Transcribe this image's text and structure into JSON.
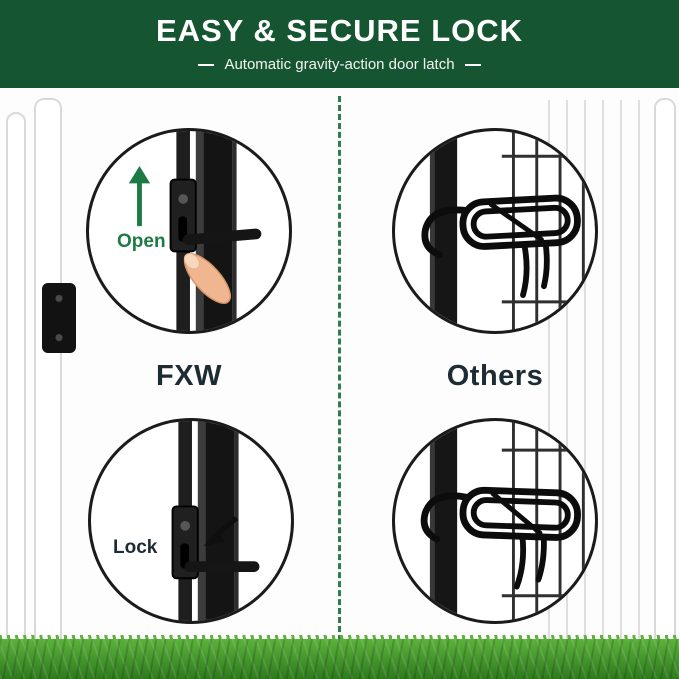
{
  "header": {
    "title": "EASY & SECURE LOCK",
    "subtitle": "Automatic gravity-action door latch"
  },
  "comparison": {
    "left": {
      "brand": "FXW",
      "open_caption": "Open",
      "lock_caption": "Lock"
    },
    "right": {
      "brand": "Others"
    }
  },
  "icons": {
    "left_top": "gravity-latch-open-illustration",
    "left_bottom": "gravity-latch-locked-illustration",
    "right_top": "wire-spring-latch-illustration",
    "right_bottom": "wire-spring-latch-illustration",
    "arrow_up": "green-up-arrow",
    "pointer": "finger-pointer-icon",
    "divider": "dashed-center-divider"
  },
  "colors": {
    "header_green": "#155531",
    "accent_green": "#1e7a44",
    "divider_green": "#2e7d4a",
    "dark_text": "#1d2b33",
    "grass_light": "#5cb23c",
    "grass_dark": "#2e7a1e",
    "circle_border": "#1b1b1b"
  }
}
